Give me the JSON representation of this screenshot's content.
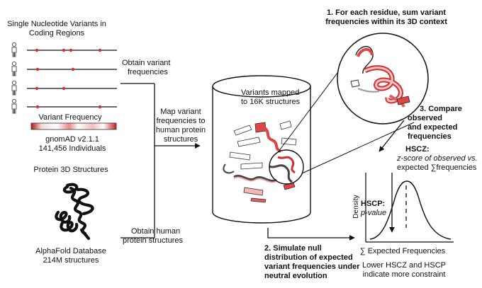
{
  "left_panel": {
    "snv_title_line1": "Single Nucleotide Variants in",
    "snv_title_line2": "Coding Regions",
    "variant_frequency_label": "Variant Frequency",
    "gnomad_line1": "gnomAD v2.1.1",
    "gnomad_line2": "141,456 Individuals",
    "protein_title": "Protein 3D Structures",
    "alphafold_line1": "AlphaFold Database",
    "alphafold_line2": "214M structures"
  },
  "labels": {
    "obtain_variant_line1": "Obtain variant",
    "obtain_variant_line2": "frequencies",
    "obtain_human_line1": "Obtain human",
    "obtain_human_line2": "protein structures",
    "map_line1": "Map variant",
    "map_line2": "frequencies to",
    "map_line3": "human protein",
    "map_line4": "structures",
    "cylinder_line1": "Variants mapped",
    "cylinder_line2": "to 16K structures"
  },
  "steps": {
    "step1_line1": "1. For each residue, sum variant",
    "step1_line2": "frequencies within its 3D context",
    "step2_line1": "2. Simulate null",
    "step2_line2": "distribution of expected",
    "step2_line3": "variant frequencies under",
    "step2_line4": "neutral evolution",
    "step3_line1": "3. Compare",
    "step3_line2": "observed",
    "step3_line3": "and expected",
    "step3_line4": "frequencies"
  },
  "plot": {
    "hscz_title": "HSCZ:",
    "hscz_line1": "z-score of observed vs.",
    "hscz_line2": "expected ∑frequencies",
    "hscp_title": "HSCP:",
    "hscp_value": "p-value",
    "ylabel": "Density",
    "xlabel": "∑ Expected Frequencies",
    "footer_line1": "Lower HSCZ and HSCP",
    "footer_line2": "indicate more constraint"
  },
  "colors": {
    "variant_red": "#d03030",
    "ribbon_red": "#e04545",
    "ribbon_pink": "#f2b8b8",
    "line": "#111111"
  }
}
